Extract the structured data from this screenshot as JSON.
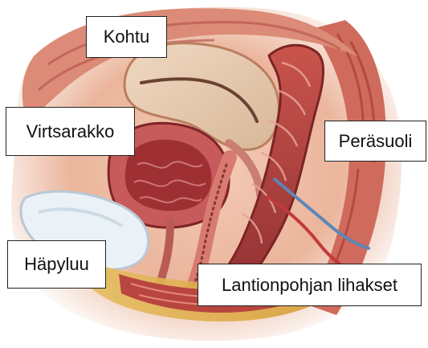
{
  "diagram": {
    "labels": {
      "uterus": "Kohtu",
      "bladder": "Virtsarakko",
      "rectum": "Peräsuoli",
      "pubic_bone": "Häpyluu",
      "pelvic_floor": "Lantionpohjan lihakset"
    }
  }
}
